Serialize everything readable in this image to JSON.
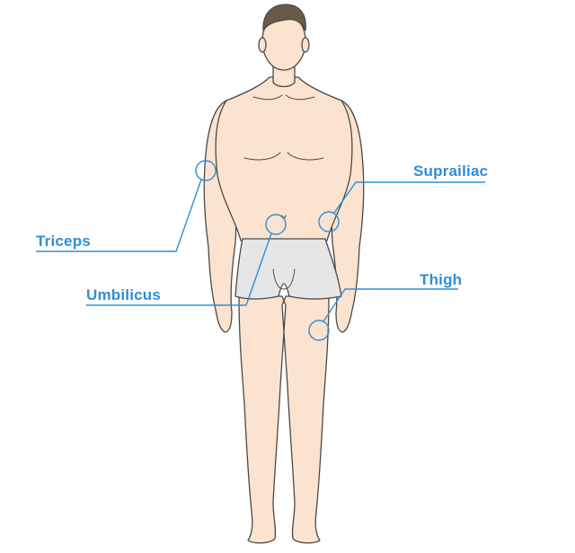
{
  "sites": [
    {
      "id": "triceps",
      "label": "Triceps"
    },
    {
      "id": "suprailiac",
      "label": "Suprailiac"
    },
    {
      "id": "umbilicus",
      "label": "Umbilicus"
    },
    {
      "id": "thigh",
      "label": "Thigh"
    }
  ],
  "colors": {
    "skin": "#fbe3cf",
    "outline": "#4a4a4a",
    "hair": "#6b5a48",
    "shorts": "#e6e6e6",
    "accent": "#2f8ed6"
  }
}
